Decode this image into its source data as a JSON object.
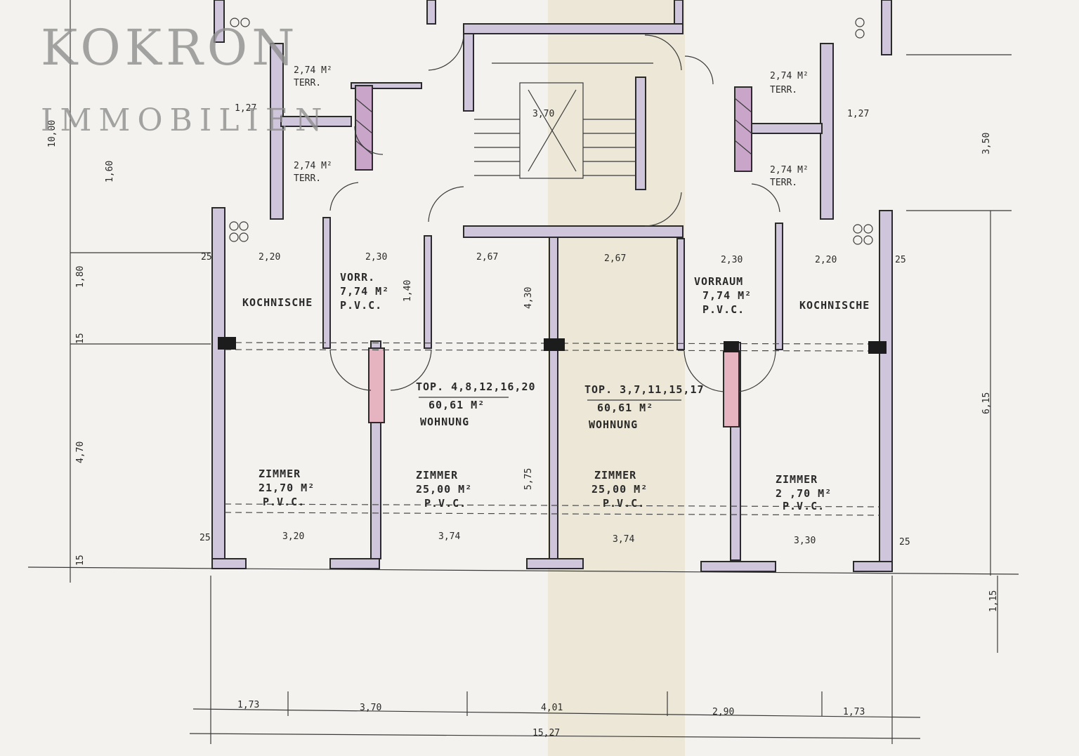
{
  "brand": {
    "name": "KOKRON",
    "subtitle": "IMMOBILIEN"
  },
  "units": [
    {
      "top": "TOP. 4,8,12,16,20",
      "area": "60,61 M²",
      "type": "WOHNUNG"
    },
    {
      "top": "TOP. 3,7,11,15,17",
      "area": "60,61 M²",
      "type": "WOHNUNG"
    }
  ],
  "rooms": {
    "kochnische_left": "KOCHNISCHE",
    "kochnische_right": "KOCHNISCHE",
    "vorr_left": [
      "VORR.",
      "7,74 M²",
      "P.V.C."
    ],
    "vorraum_right": [
      "VORRAUM",
      "7,74 M²",
      "P.V.C."
    ],
    "zimmer1": [
      "ZIMMER",
      "21,70 M²",
      "P.V.C."
    ],
    "zimmer2": [
      "ZIMMER",
      "25,00 M²",
      "P.V.C."
    ],
    "zimmer3": [
      "ZIMMER",
      "25,00 M²",
      "P.V.C."
    ],
    "zimmer4": [
      "ZIMMER",
      "2 ,70 M²",
      "P.V.C."
    ],
    "terr_tl": [
      "2,74 M²",
      "TERR."
    ],
    "terr_bl": [
      "2,74 M²",
      "TERR."
    ],
    "terr_tr": [
      "2,74 M²",
      "TERR."
    ],
    "terr_br": [
      "2,74 M²",
      "TERR."
    ]
  },
  "dimensions": {
    "bottom_row": [
      "1,73",
      "3,70",
      "4,01",
      "2,90",
      "1,73"
    ],
    "total": "15,27",
    "right_outer": [
      "3,50",
      "6,15",
      "1,15"
    ],
    "left_outer": [
      "10,00",
      "1,80",
      "1,60",
      "4,70"
    ],
    "interior_top": [
      "2,20",
      "2,30",
      "2,67",
      "2,67",
      "2,30",
      "2,20"
    ],
    "interior_bottom": [
      "3,20",
      "3,74",
      "3,74",
      "3,30"
    ],
    "small": [
      "25",
      "25",
      "25",
      "25",
      "15",
      "15",
      "1,40",
      "4,30",
      "5,75",
      "3,70",
      "1,27",
      "1,27"
    ]
  }
}
